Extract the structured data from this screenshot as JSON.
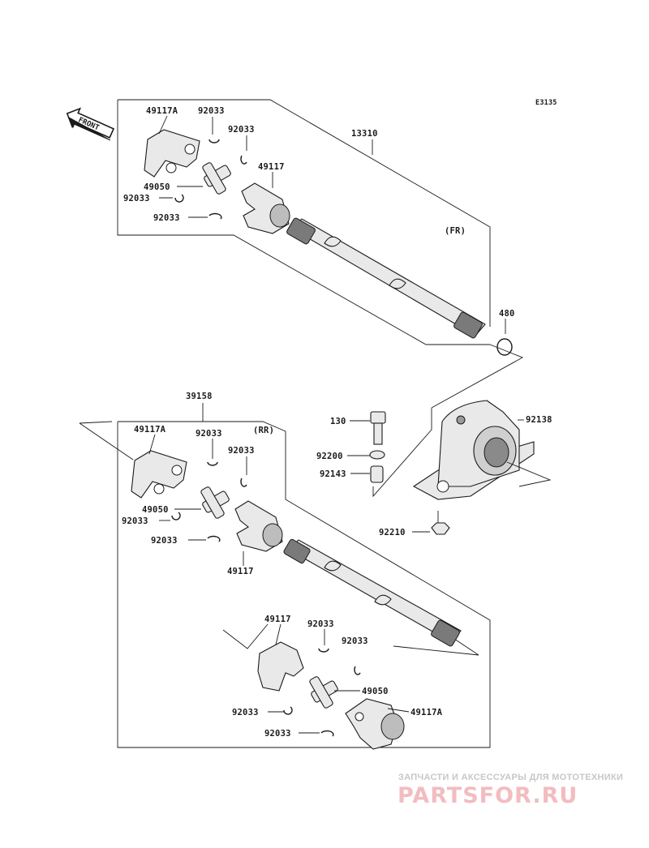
{
  "diagram_code": "E3135",
  "front_label": "FRONT",
  "groups": {
    "front_shaft": {
      "tag": "(FR)",
      "part_no": "13310"
    },
    "rear_shaft": {
      "tag": "(RR)",
      "part_no": "39158"
    }
  },
  "callouts": {
    "fr_49117A": "49117A",
    "fr_92033_a": "92033",
    "fr_92033_b": "92033",
    "fr_49117": "49117",
    "fr_49050": "49050",
    "fr_92033_c": "92033",
    "fr_92033_d": "92033",
    "ring_480": "480",
    "bolt_130": "130",
    "washer_92200": "92200",
    "collar_92143": "92143",
    "bearing_92138": "92138",
    "nut_92210": "92210",
    "rr_49117A_top": "49117A",
    "rr_92033_a": "92033",
    "rr_92033_b": "92033",
    "rr_49050_top": "49050",
    "rr_92033_c": "92033",
    "rr_92033_d": "92033",
    "rr_49117_top": "49117",
    "rr_49117_bottom": "49117",
    "rr_92033_e": "92033",
    "rr_92033_f": "92033",
    "rr_49050_bottom": "49050",
    "rr_92033_g": "92033",
    "rr_49117A_bottom": "49117A",
    "rr_92033_h": "92033"
  },
  "watermark": {
    "tagline": "ЗАПЧАСТИ И АКСЕССУАРЫ ДЛЯ МОТОТЕХНИКИ",
    "site": "PARTSFOR.RU",
    "color": "#f2bcc0"
  }
}
